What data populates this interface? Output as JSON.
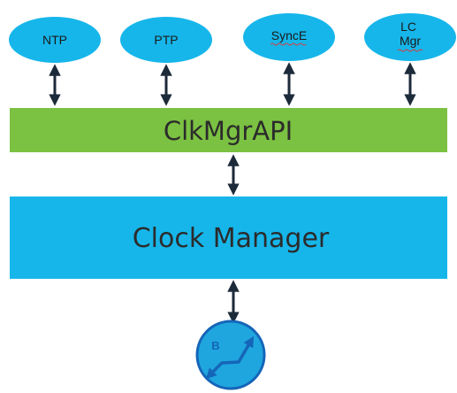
{
  "colors": {
    "ellipse_fill": "#16b6ea",
    "api_bar_fill": "#7bc142",
    "manager_fill": "#16b6ea",
    "arrow": "#1c2a3a",
    "clock_fill": "#1fa6df",
    "clock_stroke": "#1565b8",
    "text": "#1a1a1a"
  },
  "top_nodes": [
    {
      "label": "NTP",
      "lines": [
        "NTP"
      ]
    },
    {
      "label": "PTP",
      "lines": [
        "PTP"
      ]
    },
    {
      "label": "SyncE",
      "lines": [
        "SyncE"
      ]
    },
    {
      "label": "LC Mgr",
      "lines": [
        "LC",
        "Mgr"
      ]
    }
  ],
  "api_bar": {
    "label": "ClkMgrAPI"
  },
  "manager_block": {
    "label": "Clock Manager"
  },
  "clock_icon": {
    "label": "B",
    "icon": "boundary-clock-icon"
  }
}
